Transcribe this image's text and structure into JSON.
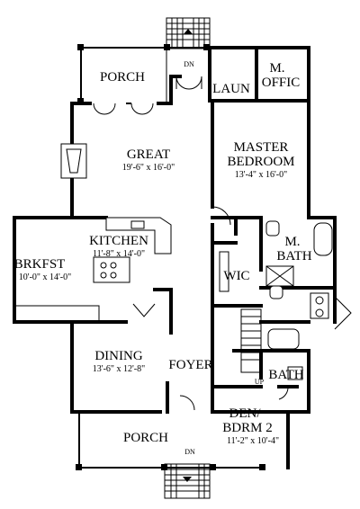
{
  "rooms": {
    "porch_top": {
      "name": "PORCH"
    },
    "great": {
      "name": "GREAT",
      "dims": "19'-6\" x 16'-0\""
    },
    "master_bedroom": {
      "line1": "MASTER",
      "line2": "BEDROOM",
      "dims": "13'-4\" x 16'-0\""
    },
    "laundry": {
      "name": "LAUN"
    },
    "office": {
      "line1": "M.",
      "line2": "OFFIC"
    },
    "kitchen": {
      "name": "KITCHEN",
      "dims": "11'-8\" x 14'-0\""
    },
    "breakfast": {
      "name": "BRKFST",
      "dims": "10'-0\" x 14'-0\""
    },
    "master_bath": {
      "line1": "M.",
      "line2": "BATH"
    },
    "wic": {
      "name": "WIC"
    },
    "dining": {
      "name": "DINING",
      "dims": "13'-6\" x 12'-8\""
    },
    "foyer": {
      "name": "FOYER"
    },
    "bath": {
      "name": "BATH"
    },
    "den": {
      "line1": "DEN/",
      "line2": "BDRM 2",
      "dims": "11'-2\" x 10'-4\""
    },
    "porch_bottom": {
      "name": "PORCH"
    }
  },
  "stairs": {
    "top_label": "DN",
    "bottom_label": "DN",
    "interior_label": "UP"
  }
}
